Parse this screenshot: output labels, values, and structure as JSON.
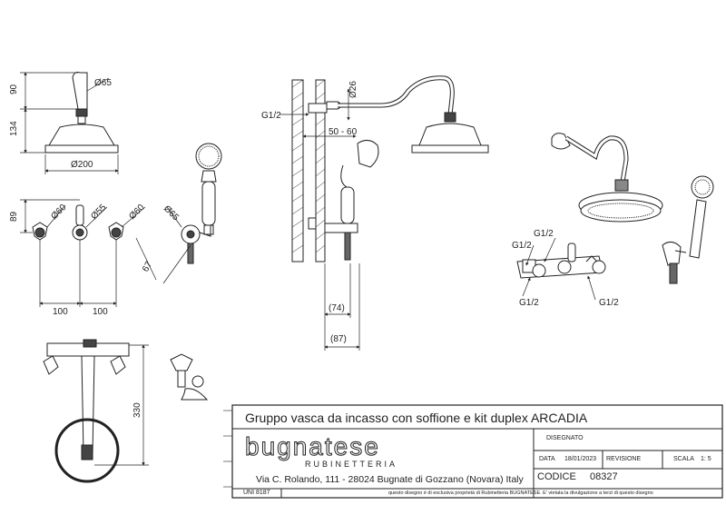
{
  "title": "Gruppo vasca da incasso con soffione e kit duplex ARCADIA",
  "logo": {
    "brand": "bugnatese",
    "sub": "RUBINETTERIA"
  },
  "address": "Via C. Rolando, 111 - 28024 Bugnate di Gozzano (Novara) Italy",
  "uni": "UNI 8187",
  "disclaimer": "questo disegno è di esclusiva proprietà di Rubinetteria BUGNATESE. E' vietata la divulgazione a terzi di questo disegno",
  "fields": {
    "disegnato_label": "DISEGNATO",
    "data_label": "DATA",
    "data_value": "18/01/2023",
    "revisione_label": "REVISIONE",
    "scala_label": "SCALA",
    "scala_value": "1: 5",
    "codice_label": "CODICE",
    "codice_value": "08327"
  },
  "dims": {
    "d90": "90",
    "d134": "134",
    "d65a": "Ø65",
    "d200": "Ø200",
    "d89": "89",
    "d60a": "Ø60",
    "d55": "Ø55",
    "d60b": "Ø60",
    "d65b": "Ø65",
    "d67": "67",
    "d100a": "100",
    "d100b": "100",
    "d330": "330",
    "g12_top": "G1/2",
    "d26": "Ø26",
    "d5060": "50 - 60",
    "d74": "(74)",
    "d87": "(87)",
    "g12_a": "G1/2",
    "g12_b": "G1/2",
    "g12_c": "G1/2",
    "g12_d": "G1/2"
  }
}
